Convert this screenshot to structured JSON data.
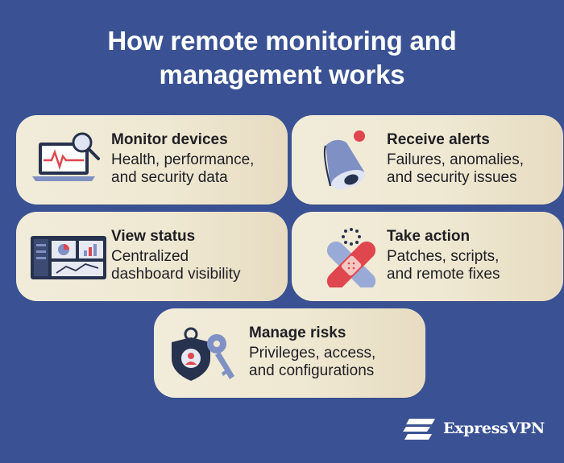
{
  "title": {
    "line1": "How remote monitoring and",
    "line2": "management works"
  },
  "cards": [
    {
      "heading": "Monitor devices",
      "line1": "Health, performance,",
      "line2": "and security data",
      "icon": "laptop-magnifier-icon"
    },
    {
      "heading": "Receive alerts",
      "line1": "Failures, anomalies,",
      "line2": "and security issues",
      "icon": "bell-alert-icon"
    },
    {
      "heading": "View status",
      "line1": "Centralized",
      "line2": "dashboard visibility",
      "icon": "dashboard-icon"
    },
    {
      "heading": "Take action",
      "line1": "Patches, scripts,",
      "line2": "and remote fixes",
      "icon": "bandage-icon"
    },
    {
      "heading": "Manage risks",
      "line1": "Privileges, access,",
      "line2": "and configurations",
      "icon": "shield-key-icon"
    }
  ],
  "brand": {
    "name": "ExpressVPN"
  },
  "colors": {
    "background": "#3a5293",
    "card": "#efe8d2",
    "accent_red": "#e0464e",
    "icon_blue": "#7f91c4",
    "icon_dark": "#27324e"
  }
}
